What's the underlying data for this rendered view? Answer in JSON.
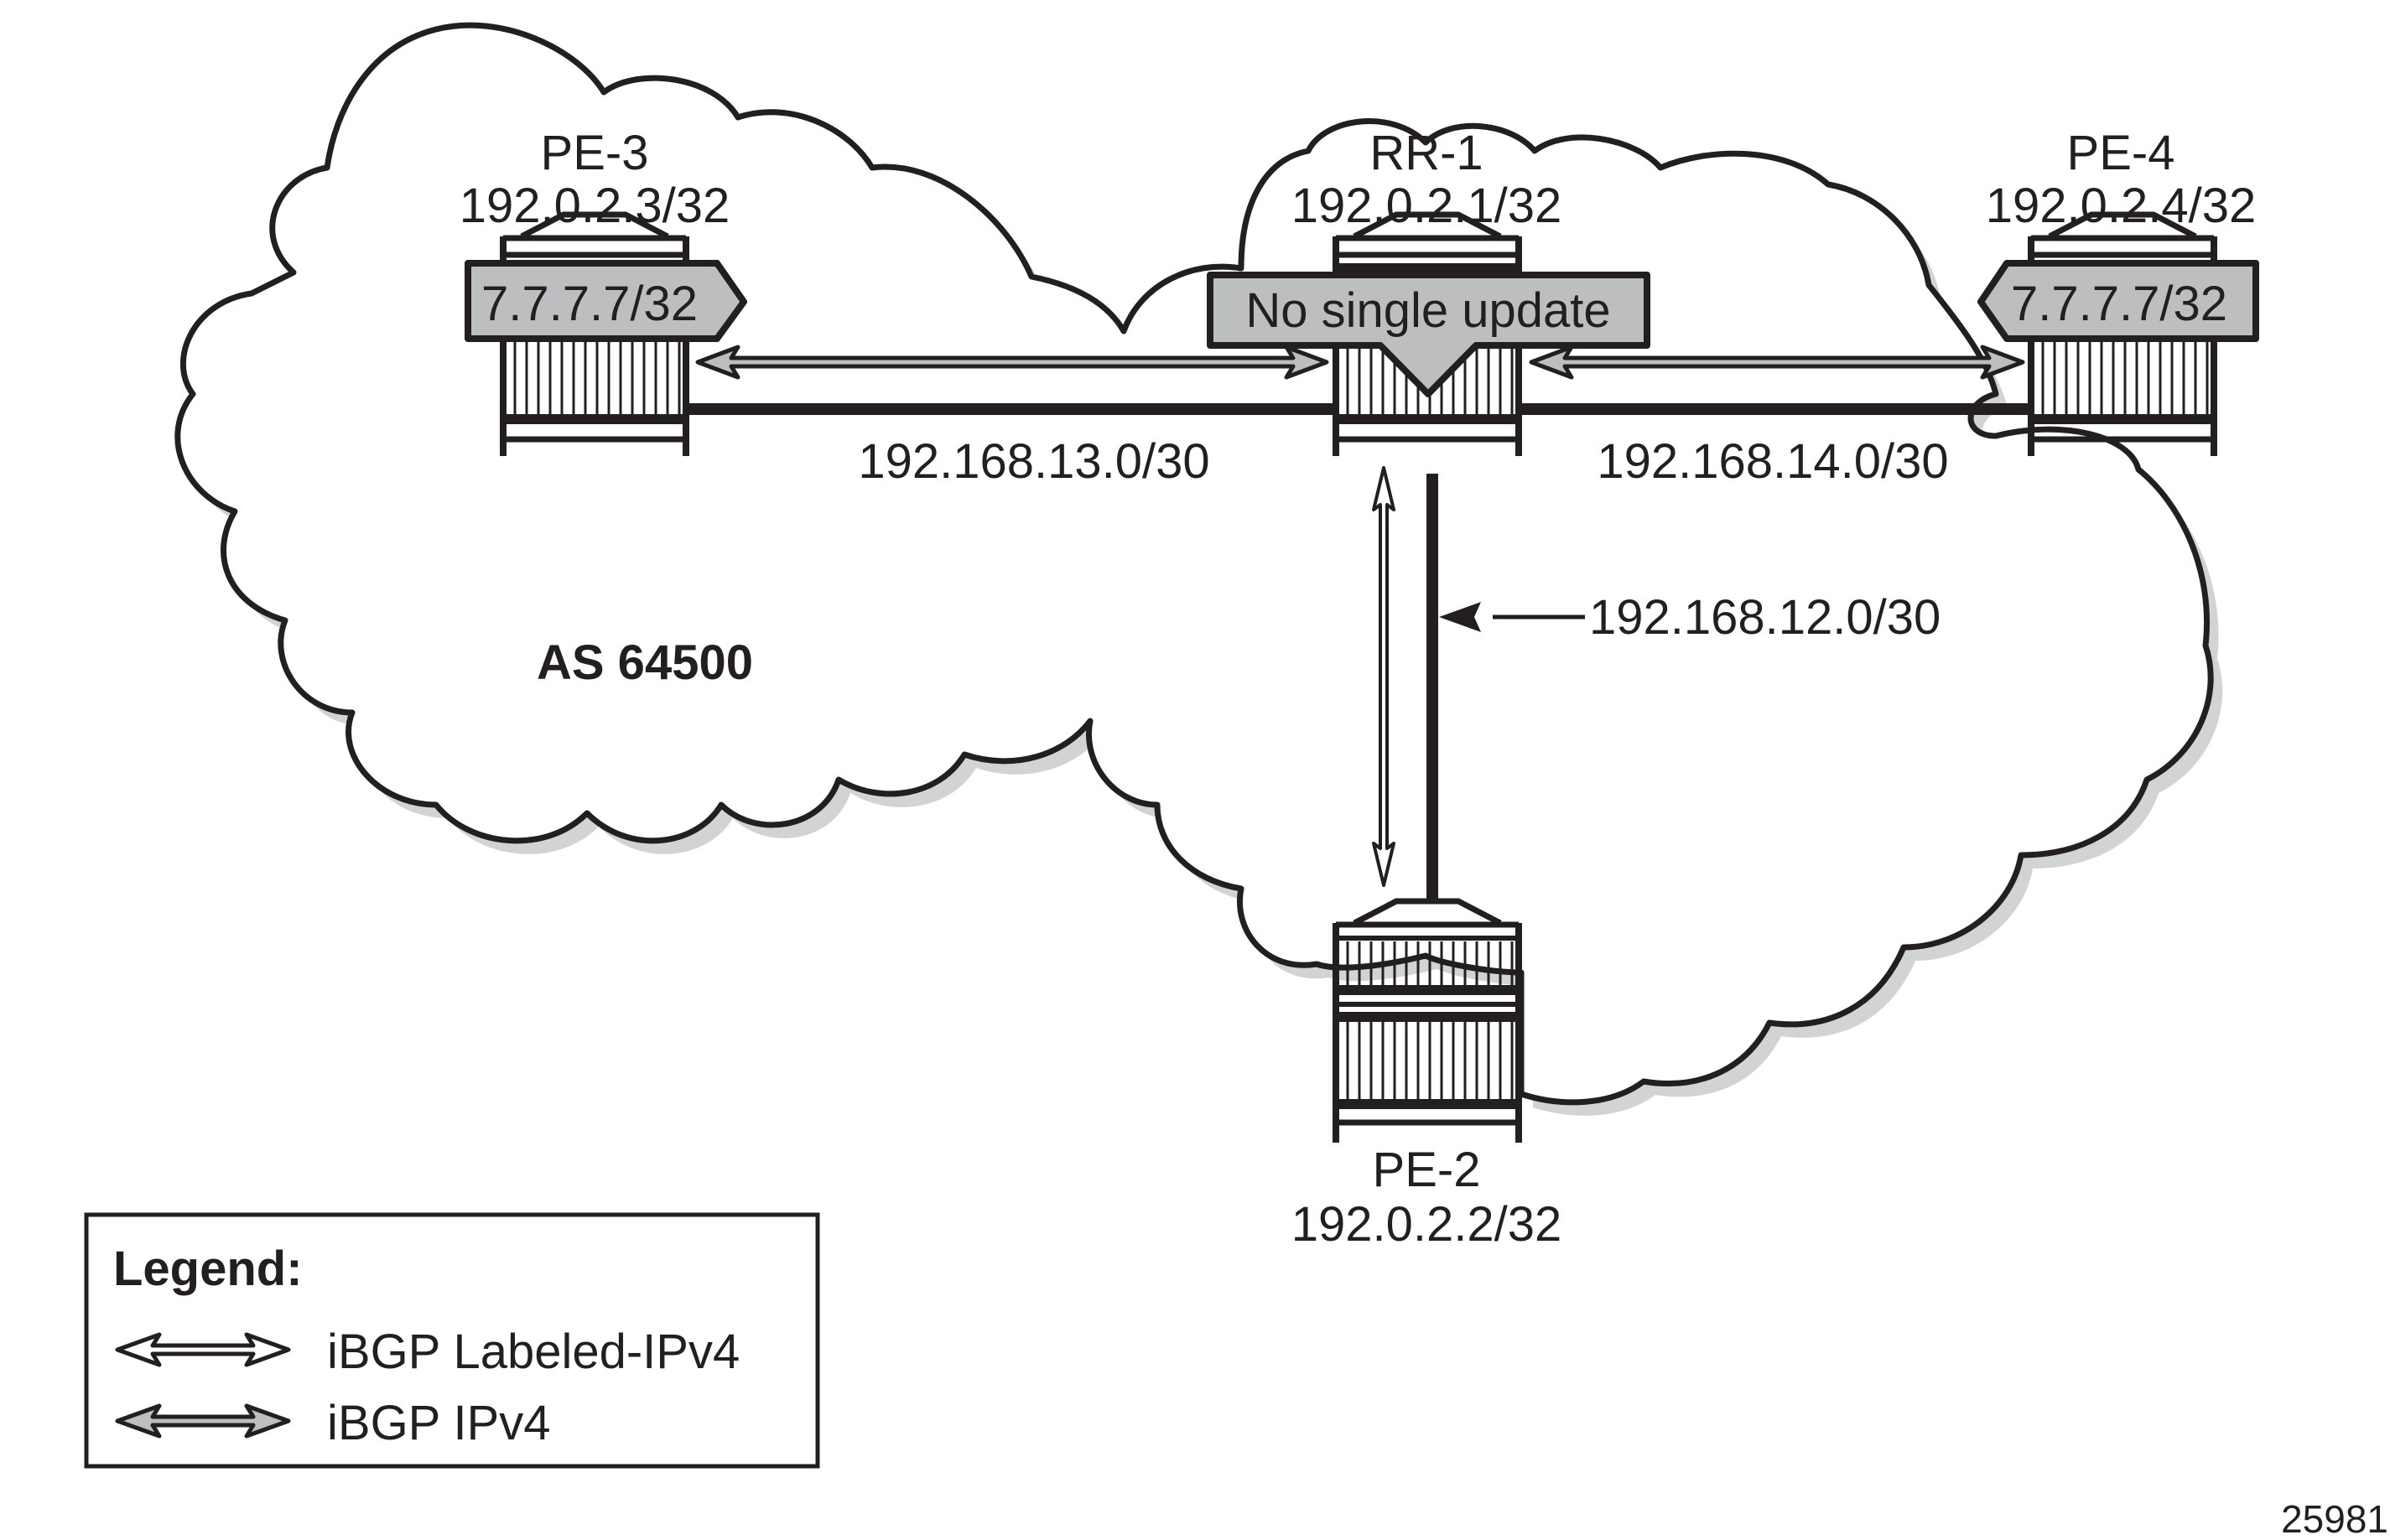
{
  "diagram": {
    "as_label": "AS 64500",
    "figure_id": "25981",
    "colors": {
      "stroke": "#231f20",
      "tag_fill": "#bcbec0",
      "shadow": "#d1d3d4",
      "background": "#ffffff"
    },
    "nodes": {
      "pe3": {
        "name": "PE-3",
        "ip": "192.0.2.3/32",
        "prefix_tag": "7.7.7.7/32"
      },
      "rr1": {
        "name": "RR-1",
        "ip": "192.0.2.1/32",
        "callout": "No single update"
      },
      "pe4": {
        "name": "PE-4",
        "ip": "192.0.2.4/32",
        "prefix_tag": "7.7.7.7/32"
      },
      "pe2": {
        "name": "PE-2",
        "ip": "192.0.2.2/32"
      }
    },
    "links": {
      "pe3_rr1": {
        "subnet": "192.168.13.0/30",
        "session": "iBGP IPv4"
      },
      "rr1_pe4": {
        "subnet": "192.168.14.0/30",
        "session": "iBGP IPv4"
      },
      "rr1_pe2": {
        "subnet": "192.168.12.0/30",
        "session": "iBGP Labeled-IPv4"
      }
    },
    "legend": {
      "title": "Legend:",
      "items": [
        {
          "label": "iBGP Labeled-IPv4",
          "style": "white-double-arrow"
        },
        {
          "label": "iBGP IPv4",
          "style": "gray-double-arrow"
        }
      ]
    }
  }
}
